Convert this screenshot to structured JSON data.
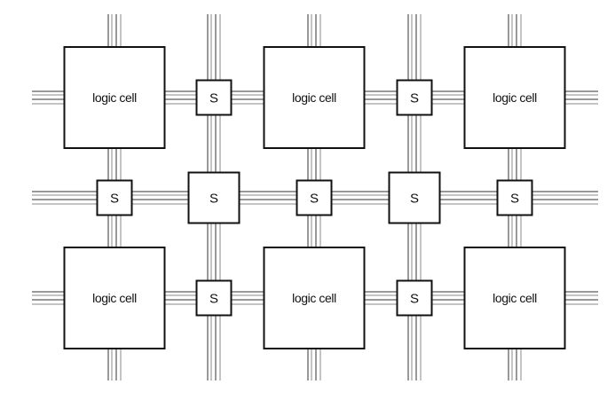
{
  "diagram": {
    "type": "fpga-routing-fabric",
    "description": "Island-style FPGA: grid of logic cells connected by routing channels through switch boxes",
    "colors": {
      "background": "#ffffff",
      "stroke": "#111111",
      "wire": "#333333"
    },
    "wires_per_channel": 4,
    "logic_cells": [
      {
        "id": "lc-r1-c1",
        "row": 1,
        "col": 1,
        "label": "logic cell"
      },
      {
        "id": "lc-r1-c2",
        "row": 1,
        "col": 2,
        "label": "logic cell"
      },
      {
        "id": "lc-r1-c3",
        "row": 1,
        "col": 3,
        "label": "logic cell"
      },
      {
        "id": "lc-r3-c1",
        "row": 3,
        "col": 1,
        "label": "logic cell"
      },
      {
        "id": "lc-r3-c2",
        "row": 3,
        "col": 2,
        "label": "logic cell"
      },
      {
        "id": "lc-r3-c3",
        "row": 3,
        "col": 3,
        "label": "logic cell"
      }
    ],
    "switch_boxes": [
      {
        "id": "sw-r1-g1",
        "row": 1,
        "slot": "gap-1",
        "size": "small",
        "label": "S"
      },
      {
        "id": "sw-r1-g2",
        "row": 1,
        "slot": "gap-2",
        "size": "small",
        "label": "S"
      },
      {
        "id": "sw-r2-c1",
        "row": 2,
        "slot": "col-1",
        "size": "small",
        "label": "S"
      },
      {
        "id": "sw-r2-g1",
        "row": 2,
        "slot": "gap-1",
        "size": "large",
        "label": "S"
      },
      {
        "id": "sw-r2-c2",
        "row": 2,
        "slot": "col-2",
        "size": "small",
        "label": "S"
      },
      {
        "id": "sw-r2-g2",
        "row": 2,
        "slot": "gap-2",
        "size": "large",
        "label": "S"
      },
      {
        "id": "sw-r2-c3",
        "row": 2,
        "slot": "col-3",
        "size": "small",
        "label": "S"
      },
      {
        "id": "sw-r3-g1",
        "row": 3,
        "slot": "gap-1",
        "size": "small",
        "label": "S"
      },
      {
        "id": "sw-r3-g2",
        "row": 3,
        "slot": "gap-2",
        "size": "small",
        "label": "S"
      }
    ]
  }
}
